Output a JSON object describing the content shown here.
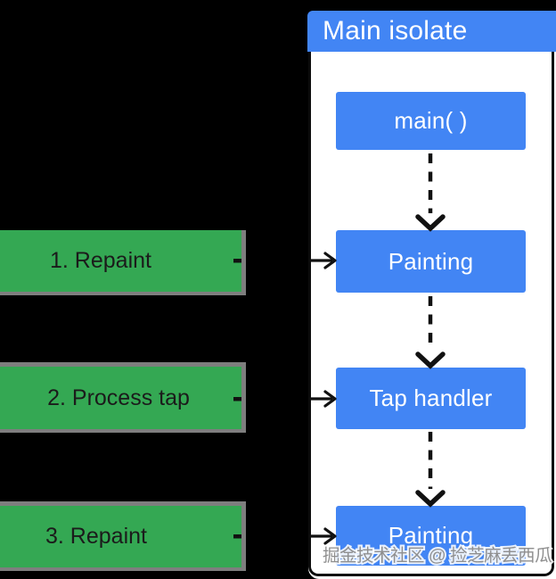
{
  "diagram": {
    "header": {
      "title": "Main isolate"
    },
    "nodes": [
      {
        "label": "main( )"
      },
      {
        "label": "Painting"
      },
      {
        "label": "Tap handler"
      },
      {
        "label": "Painting"
      }
    ],
    "events": [
      {
        "label": "1. Repaint"
      },
      {
        "label": "2. Process tap"
      },
      {
        "label": "3. Repaint"
      }
    ],
    "colors": {
      "node_blue": "#4285F4",
      "event_green": "#34A853",
      "shadow_gray": "#7e7e7e",
      "background": "#000000",
      "panel_white": "#ffffff"
    },
    "watermark": "掘金技术社区 @ 捡芝麻丢西瓜"
  }
}
